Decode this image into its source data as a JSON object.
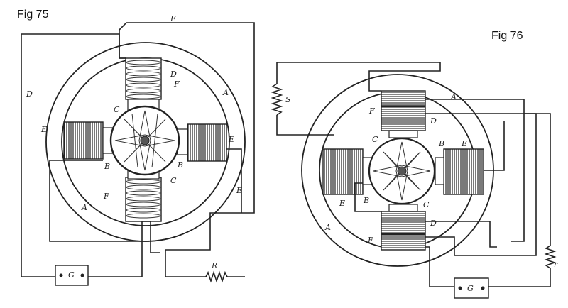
{
  "figures": [
    {
      "caption": "Fig 75",
      "labels": {
        "A1": "A",
        "A2": "A",
        "B1": "B",
        "B2": "B",
        "C1": "C",
        "C2": "C",
        "D1": "D",
        "D2": "D",
        "E1": "E",
        "E2": "E",
        "E3": "E",
        "E4": "E",
        "F1": "F",
        "F2": "F",
        "G": "G",
        "R": "R"
      }
    },
    {
      "caption": "Fig 76",
      "labels": {
        "A1": "A",
        "A2": "A",
        "B1": "B",
        "B2": "B",
        "C1": "C",
        "C2": "C",
        "D1": "D",
        "D2": "D",
        "E1": "E",
        "E2": "E",
        "F1": "F",
        "F2": "F",
        "G": "G",
        "S": "S",
        "R": "r"
      }
    }
  ]
}
